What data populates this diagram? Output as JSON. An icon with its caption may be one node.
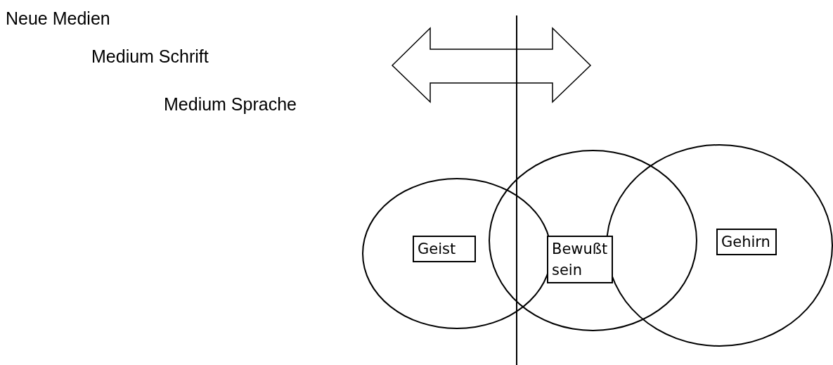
{
  "diagram": {
    "nodes": [
      {
        "text": [],
        "shape": "ellipse"
      },
      {
        "text": [
          "Geist"
        ],
        "in": 0
      },
      {
        "text": [],
        "shape": "ellipse"
      },
      {
        "text": [
          "Bewußt sein"
        ],
        "in": 2
      },
      {
        "text": [],
        "shape": "ellipse"
      },
      {
        "text": [
          "Gehirn"
        ],
        "in": 4
      }
    ],
    "edges": [],
    "labels": [
      "Neue Medien",
      "Medium Schrift",
      "Medium Sprache"
    ]
  }
}
